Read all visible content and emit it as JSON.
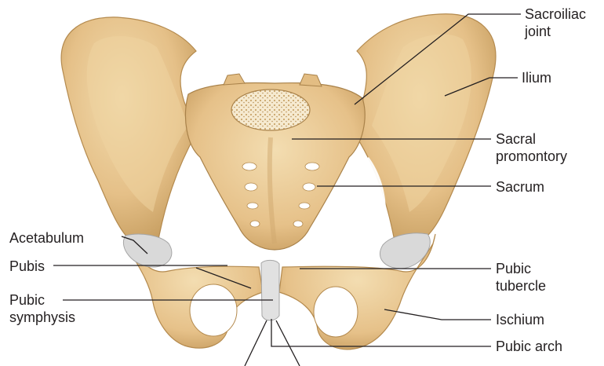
{
  "labels": {
    "sacroiliac_joint": [
      "Sacroiliac",
      "joint"
    ],
    "ilium": "Ilium",
    "sacral_promontory": [
      "Sacral",
      "promontory"
    ],
    "sacrum": "Sacrum",
    "acetabulum": "Acetabulum",
    "pubis": "Pubis",
    "pubic_symphysis": [
      "Pubic",
      "symphysis"
    ],
    "pubic_tubercle": [
      "Pubic",
      "tubercle"
    ],
    "ischium": "Ischium",
    "pubic_arch": "Pubic arch"
  },
  "colors": {
    "bone": "#e8c68e",
    "bone_light": "#f1d9aa",
    "bone_shadow": "#c9a46a",
    "cartilage": "#dcdcdc",
    "label_text": "#231f20"
  }
}
